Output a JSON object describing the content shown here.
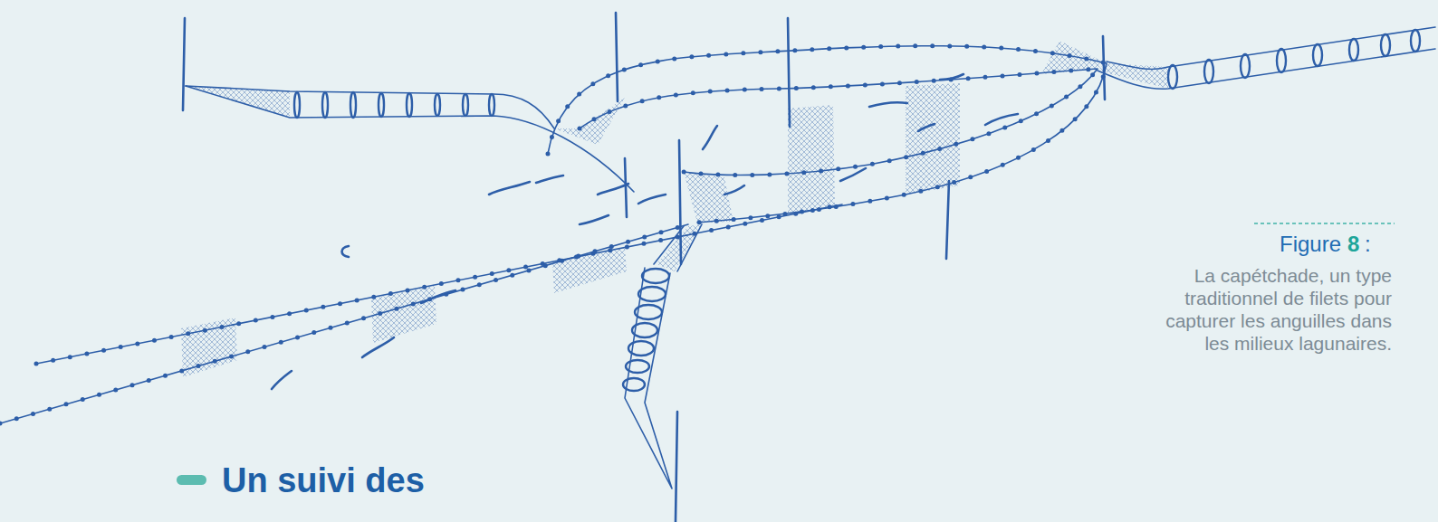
{
  "diagram": {
    "title": "Un suivi des",
    "caption": "La capétchade, un type traditionnel de filets pour capturer les anguilles dans les milieux lagunaires.",
    "labels": [
      "Figure",
      "8",
      ":"
    ]
  }
}
